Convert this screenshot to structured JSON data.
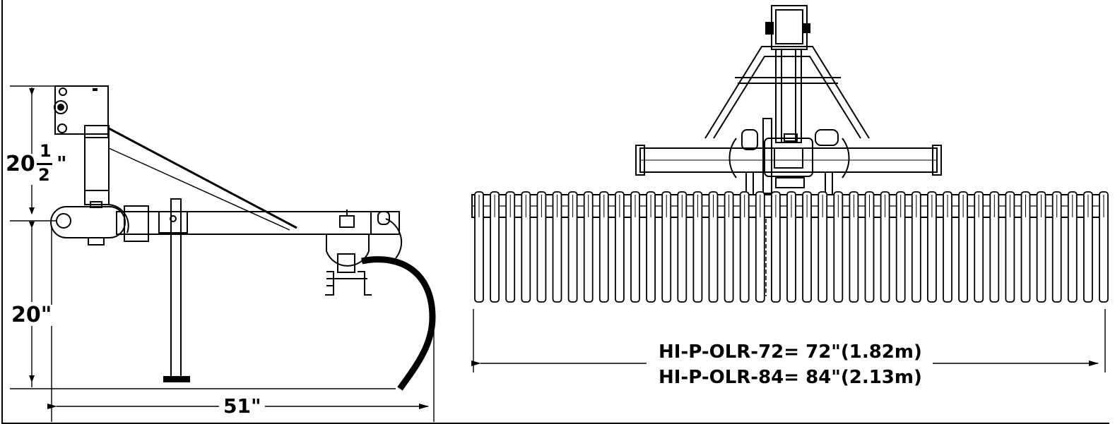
{
  "side_view": {
    "height_upper": {
      "whole": "20",
      "numerator": "1",
      "denominator": "2",
      "unit": "\""
    },
    "height_lower": "20\"",
    "length": "51\""
  },
  "rear_view": {
    "width_label_72": "HI-P-OLR-72= 72\"(1.82m)",
    "width_label_84": "HI-P-OLR-84= 84\"(2.13m)"
  }
}
